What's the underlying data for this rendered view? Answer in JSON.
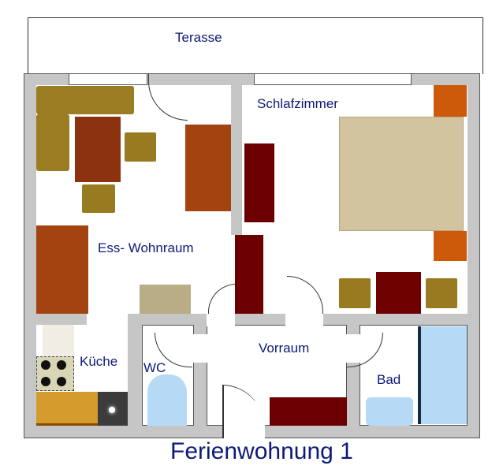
{
  "title": "Ferienwohnung 1",
  "rooms": {
    "terrace": "Terasse",
    "living": "Ess- Wohnraum",
    "bedroom": "Schlafzimmer",
    "kitchen": "Küche",
    "wc": "WC",
    "hall": "Vorraum",
    "bath": "Bad"
  },
  "colors": {
    "wall": "#c6c6c6",
    "label": "#0d1a78",
    "sofa": "#9a7c22",
    "brick": "#a24310",
    "dark": "#6c0000",
    "bed": "#d3c4a0"
  }
}
